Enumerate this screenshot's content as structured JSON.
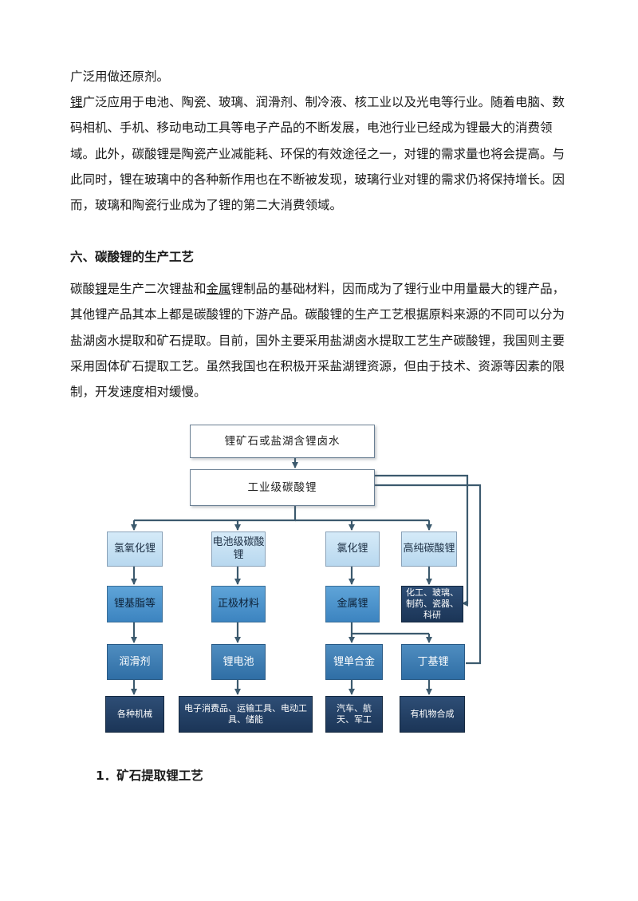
{
  "text": {
    "p1": "广泛用做还原剂。",
    "p2_a": "锂",
    "p2_b": "广泛应用于电池、陶瓷、玻璃、润滑剂、制冷液、核工业以及光电等行业。随着电脑、数码相机、手机、移动电动工具等电子产品的不断发展，电池行业已经成为锂最大的消费领域。此外，碳酸锂是陶瓷产业减能耗、环保的有效途径之一，对锂的需求量也将会提高。与此同时，锂在玻璃中的各种新作用也在不断被发现，玻璃行业对锂的需求仍将保持增长。因而，玻璃和陶瓷行业成为了锂的第二大消费领域。",
    "heading6": "六、碳酸锂的生产工艺",
    "p3_a": "碳酸",
    "p3_b": "锂",
    "p3_c": "是生产二次锂盐和",
    "p3_d": "金属",
    "p3_e": "锂制品的基础材料，因而成为了锂行业中用量最大的锂产品，其他锂产品其本上都是碳酸锂的下游产品。碳酸锂的生产工艺根据原料来源的不同可以分为盐湖卤水提取和矿石提取。目前，国外主要采用盐湖卤水提取工艺生产碳酸锂，我国则主要采用固体矿石提取工艺。虽然我国也在积极开采盐湖锂资源，但由于技术、资源等因素的限制，开发速度相对缓慢。",
    "sub1": "1．矿石提取锂工艺"
  },
  "flowchart": {
    "source": "锂矿石或盐湖含锂卤水",
    "industrial": "工业级碳酸锂",
    "lioh": "氢氧化锂",
    "battery_grade": "电池级碳酸锂",
    "licl": "氯化锂",
    "high_purity": "高纯碳酸锂",
    "grease_base": "锂基脂等",
    "cathode": "正极材料",
    "metal_li": "金属锂",
    "chem_uses": "化工、玻璃、制药、瓷器、科研",
    "lubricant": "润滑剂",
    "li_battery": "锂电池",
    "li_alloy": "锂单合金",
    "butyl_li": "丁基锂",
    "machinery": "各种机械",
    "electronics": "电子消费品、运输工具、电动工具、储能",
    "auto_aero": "汽车、航天、军工",
    "organic": "有机物合成"
  }
}
